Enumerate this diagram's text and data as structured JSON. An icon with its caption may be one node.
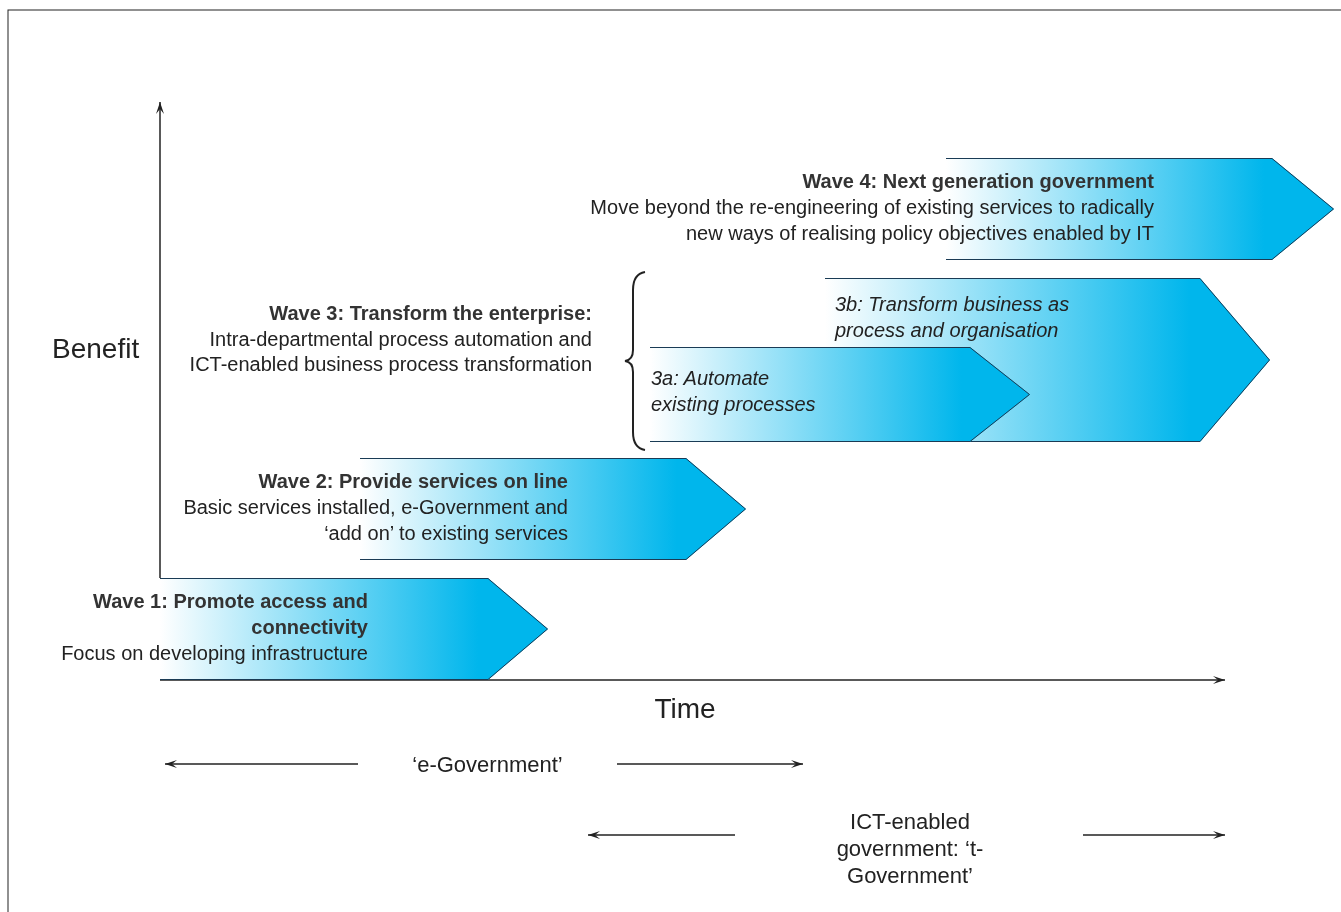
{
  "diagram": {
    "nodes": [
      {
        "text": [
          "Wave 1: Promote access and connectivity",
          "Focus on developing infrastructure"
        ]
      },
      {
        "text": [
          "Wave 2: Provide services on line",
          "Basic services installed, e-Government and ‘add on’ to existing services"
        ]
      },
      {
        "text": [
          "3a: Automate existing processes"
        ]
      },
      {
        "text": [
          "3b: Transform business as process and organisation"
        ]
      },
      {
        "text": [
          "Wave 4: Next generation government",
          "Move beyond the re-engineering of existing services to radically new ways of realising policy objectives enabled by IT"
        ]
      }
    ],
    "labels": [
      "Benefit",
      "Wave 3: Transform the enterprise:",
      "Intra-departmental process automation and ICT-enabled business process transformation",
      "Time",
      "‘e-Government’",
      "ICT-enabled government: ‘t-Government’"
    ]
  }
}
